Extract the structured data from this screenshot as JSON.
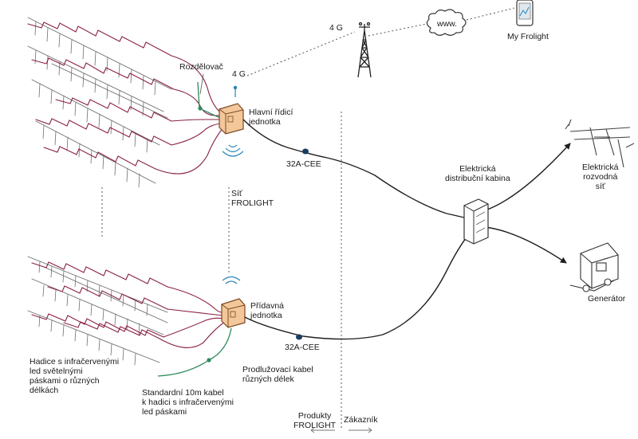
{
  "labels": {
    "tower_4g": "4 G",
    "internet": "www.",
    "app": "My Frolight",
    "rozdelovac": "Rozdělovač",
    "unit_4g": "4 G",
    "main_unit": [
      "Hlavní řídicí",
      "jednotka"
    ],
    "cable_top": "32A-CEE",
    "network": [
      "Síť",
      "FROLIGHT"
    ],
    "cabinet": [
      "Elektrická",
      "distribuční kabina"
    ],
    "grid": [
      "Elektrická",
      "rozvodná",
      "síť"
    ],
    "generator": "Generátor",
    "extra_unit": [
      "Přídavná",
      "jednotka"
    ],
    "cable_bottom": "32A-CEE",
    "hoses": [
      "Hadice s infračervenými",
      "led světelnými",
      "páskami o různých",
      "délkách"
    ],
    "extension_cable": [
      "Prodlužovací kabel",
      "různých délek"
    ],
    "standard_cable": [
      "Standardní 10m kabel",
      "k hadici s infračervenými",
      "led páskami"
    ],
    "products": [
      "Produkty",
      "FROLIGHT"
    ],
    "customer": "Zákazník"
  },
  "colors": {
    "line": "#1f1f1f",
    "hose": "#8a2046",
    "cable_green": "#2f8a5c",
    "unit_fill": "#f3c79a",
    "unit_stroke": "#7a4a24",
    "wifi": "#2a84b8",
    "connector": "#1a3e60",
    "rail": "#6e6e6e"
  }
}
